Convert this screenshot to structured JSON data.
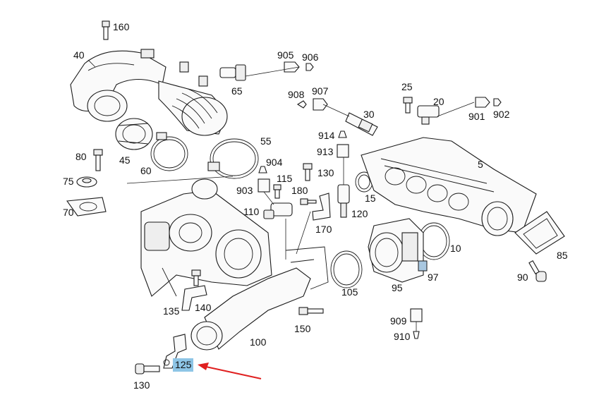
{
  "diagram": {
    "labels": [
      {
        "key": "l160",
        "text": "160"
      },
      {
        "key": "l40",
        "text": "40"
      },
      {
        "key": "l905",
        "text": "905"
      },
      {
        "key": "l906",
        "text": "906"
      },
      {
        "key": "l65",
        "text": "65"
      },
      {
        "key": "l908",
        "text": "908"
      },
      {
        "key": "l907",
        "text": "907"
      },
      {
        "key": "l25",
        "text": "25"
      },
      {
        "key": "l20",
        "text": "20"
      },
      {
        "key": "l901",
        "text": "901"
      },
      {
        "key": "l902",
        "text": "902"
      },
      {
        "key": "l30",
        "text": "30"
      },
      {
        "key": "l914",
        "text": "914"
      },
      {
        "key": "l913",
        "text": "913"
      },
      {
        "key": "l55",
        "text": "55"
      },
      {
        "key": "l80",
        "text": "80"
      },
      {
        "key": "l45",
        "text": "45"
      },
      {
        "key": "l60",
        "text": "60"
      },
      {
        "key": "l904",
        "text": "904"
      },
      {
        "key": "l75",
        "text": "75"
      },
      {
        "key": "l903",
        "text": "903"
      },
      {
        "key": "l115",
        "text": "115"
      },
      {
        "key": "l130a",
        "text": "130"
      },
      {
        "key": "l5",
        "text": "5"
      },
      {
        "key": "l15",
        "text": "15"
      },
      {
        "key": "l180",
        "text": "180"
      },
      {
        "key": "l70",
        "text": "70"
      },
      {
        "key": "l110",
        "text": "110"
      },
      {
        "key": "l120",
        "text": "120"
      },
      {
        "key": "l170",
        "text": "170"
      },
      {
        "key": "l10",
        "text": "10"
      },
      {
        "key": "l85",
        "text": "85"
      },
      {
        "key": "l97",
        "text": "97"
      },
      {
        "key": "l90",
        "text": "90"
      },
      {
        "key": "l105",
        "text": "105"
      },
      {
        "key": "l95",
        "text": "95"
      },
      {
        "key": "l135",
        "text": "135"
      },
      {
        "key": "l140",
        "text": "140"
      },
      {
        "key": "l909",
        "text": "909"
      },
      {
        "key": "l910",
        "text": "910"
      },
      {
        "key": "l150",
        "text": "150"
      },
      {
        "key": "l100",
        "text": "100"
      },
      {
        "key": "l125",
        "text": "125"
      },
      {
        "key": "l130b",
        "text": "130"
      }
    ],
    "highlighted_part": "125",
    "highlight_color": "#8ec5e6",
    "arrow_color": "#e02020"
  }
}
